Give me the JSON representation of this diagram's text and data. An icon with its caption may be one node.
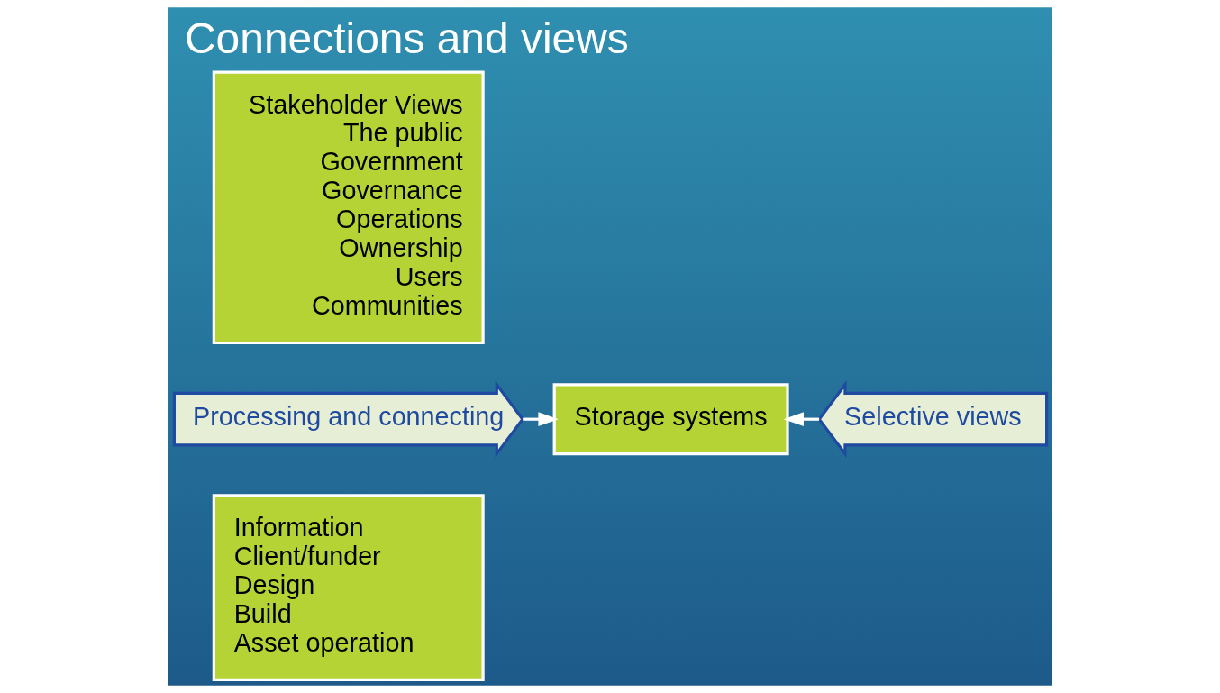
{
  "diagram": {
    "title": "Connections and views",
    "nodes": [
      {
        "text": [
          "Information",
          "Client/funder",
          "Design",
          "Build",
          "Asset operation"
        ]
      },
      {
        "text": [
          "Processing and connecting"
        ]
      },
      {
        "text": [
          "Storage systems"
        ]
      },
      {
        "text": [
          "Selective views"
        ]
      },
      {
        "text": [
          "Stakeholder Views",
          "The public",
          "Government",
          "Governance",
          "Operations",
          "Ownership",
          "Users",
          "Communities"
        ]
      }
    ],
    "edges": [
      {
        "from": 1,
        "to": 2,
        "arrow": "to"
      },
      {
        "from": 3,
        "to": 2,
        "arrow": "to"
      }
    ]
  }
}
